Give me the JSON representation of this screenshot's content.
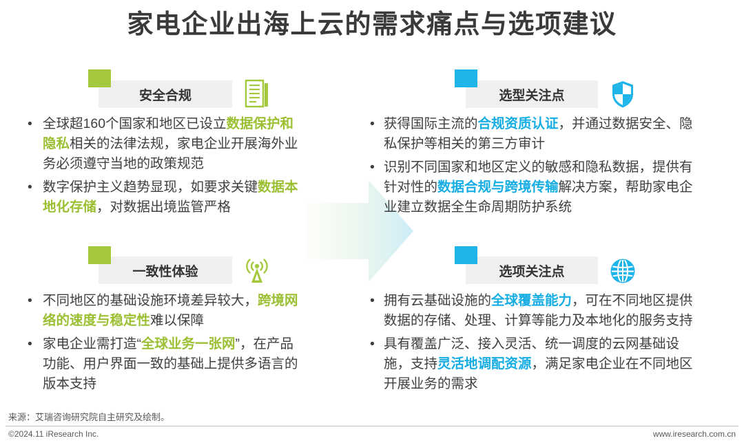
{
  "title": "家电企业出海上云的需求痛点与选项建议",
  "colors": {
    "title": "#3a3a3a",
    "text": "#404040",
    "green": "#a5c93d",
    "green_text": "#9cc033",
    "blue": "#1fb5e8",
    "blue_text": "#15ade3",
    "label_bg": "#efefef",
    "footer_text": "#595959",
    "divider": "#bfbfbf"
  },
  "left_column": [
    {
      "label": "安全合规",
      "icon": "document-icon",
      "bullets": [
        {
          "before": "全球超160个国家和地区已设立",
          "highlight": "数据保护和隐私",
          "after": "相关的法律法规，家电企业开展海外业务必须遵守当地的政策规范"
        },
        {
          "before": "数字保护主义趋势显现，如要求关键",
          "highlight": "数据本地化存储",
          "after": "，对数据出境监管严格"
        }
      ]
    },
    {
      "label": "一致性体验",
      "icon": "antenna-signal-icon",
      "bullets": [
        {
          "before": "不同地区的基础设施环境差异较大，",
          "highlight": "跨境网络的速度与稳定性",
          "after": "难以保障"
        },
        {
          "before": "家电企业需打造“",
          "highlight": "全球业务一张网",
          "after": "”，在产品功能、用户界面一致的基础上提供多语言的版本支持"
        }
      ]
    }
  ],
  "right_column": [
    {
      "label": "选型关注点",
      "icon": "shield-icon",
      "bullets": [
        {
          "before": "获得国际主流的",
          "highlight": "合规资质认证",
          "after": "，并通过数据安全、隐私保护等相关的第三方审计"
        },
        {
          "before": "识别不同国家和地区定义的敏感和隐私数据，提供有针对性的",
          "highlight": "数据合规与跨境传输",
          "after": "解决方案，帮助家电企业建立数据全生命周期防护系统"
        }
      ]
    },
    {
      "label": "选项关注点",
      "icon": "globe-icon",
      "bullets": [
        {
          "before": "拥有云基础设施的",
          "highlight": "全球覆盖能力",
          "after": "，可在不同地区提供数据的存储、处理、计算等能力及本地化的服务支持"
        },
        {
          "before": "具有覆盖广泛、接入灵活、统一调度的云网基础设施，支持",
          "highlight": "灵活地调配资源",
          "after": "，满足家电企业在不同地区开展业务的需求"
        }
      ]
    }
  ],
  "footer": {
    "source": "来源：艾瑞咨询研究院自主研究及绘制。",
    "copyright": "©2024.11 iResearch Inc.",
    "website": "www.iresearch.com.cn"
  }
}
